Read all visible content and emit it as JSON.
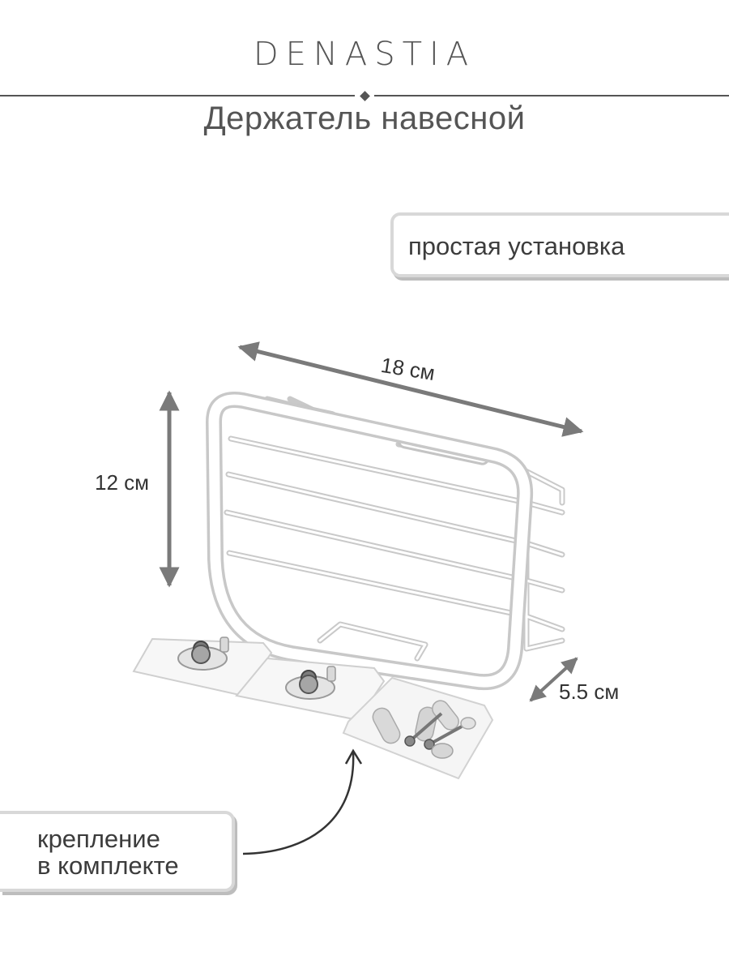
{
  "header": {
    "brand": "DENASTIA",
    "title": "Держатель навесной"
  },
  "callouts": {
    "installation": "простая установка",
    "mounting_line1": "крепление",
    "mounting_line2": "в комплекте"
  },
  "dimensions": {
    "width": "18 см",
    "height": "12 см",
    "depth": "5.5 см"
  },
  "colors": {
    "text": "#555555",
    "arrow": "#7a7a7a",
    "callout_border": "#d8d8d8",
    "product": "#ffffff"
  }
}
